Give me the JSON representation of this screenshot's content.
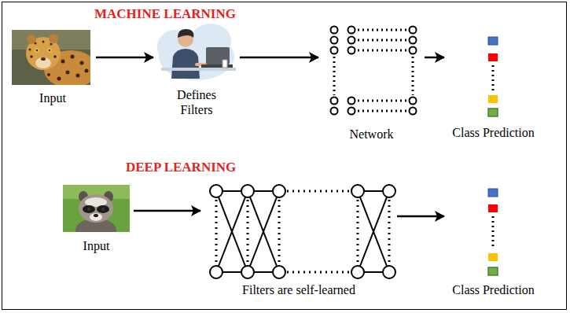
{
  "diagram": {
    "nodes": [
      {
        "text": [
          "Input"
        ]
      },
      {
        "text": [
          "Defines Filters"
        ]
      },
      {
        "text": [
          "Network"
        ]
      },
      {
        "text": [
          "Class Prediction"
        ]
      },
      {
        "text": [
          "Input"
        ]
      },
      {
        "text": [
          "Filters are self-learned"
        ]
      },
      {
        "text": [
          "Class Prediction"
        ]
      }
    ],
    "edges": [
      {
        "from": 0,
        "to": 1,
        "arrow": "to"
      },
      {
        "from": 1,
        "to": 2,
        "arrow": "to"
      },
      {
        "from": 2,
        "to": 3,
        "arrow": "to"
      },
      {
        "from": 4,
        "to": 5,
        "arrow": "to"
      },
      {
        "from": 5,
        "to": 6,
        "arrow": "to"
      }
    ],
    "labels": [
      "MACHINE LEARNING",
      "DEEP LEARNING"
    ]
  }
}
